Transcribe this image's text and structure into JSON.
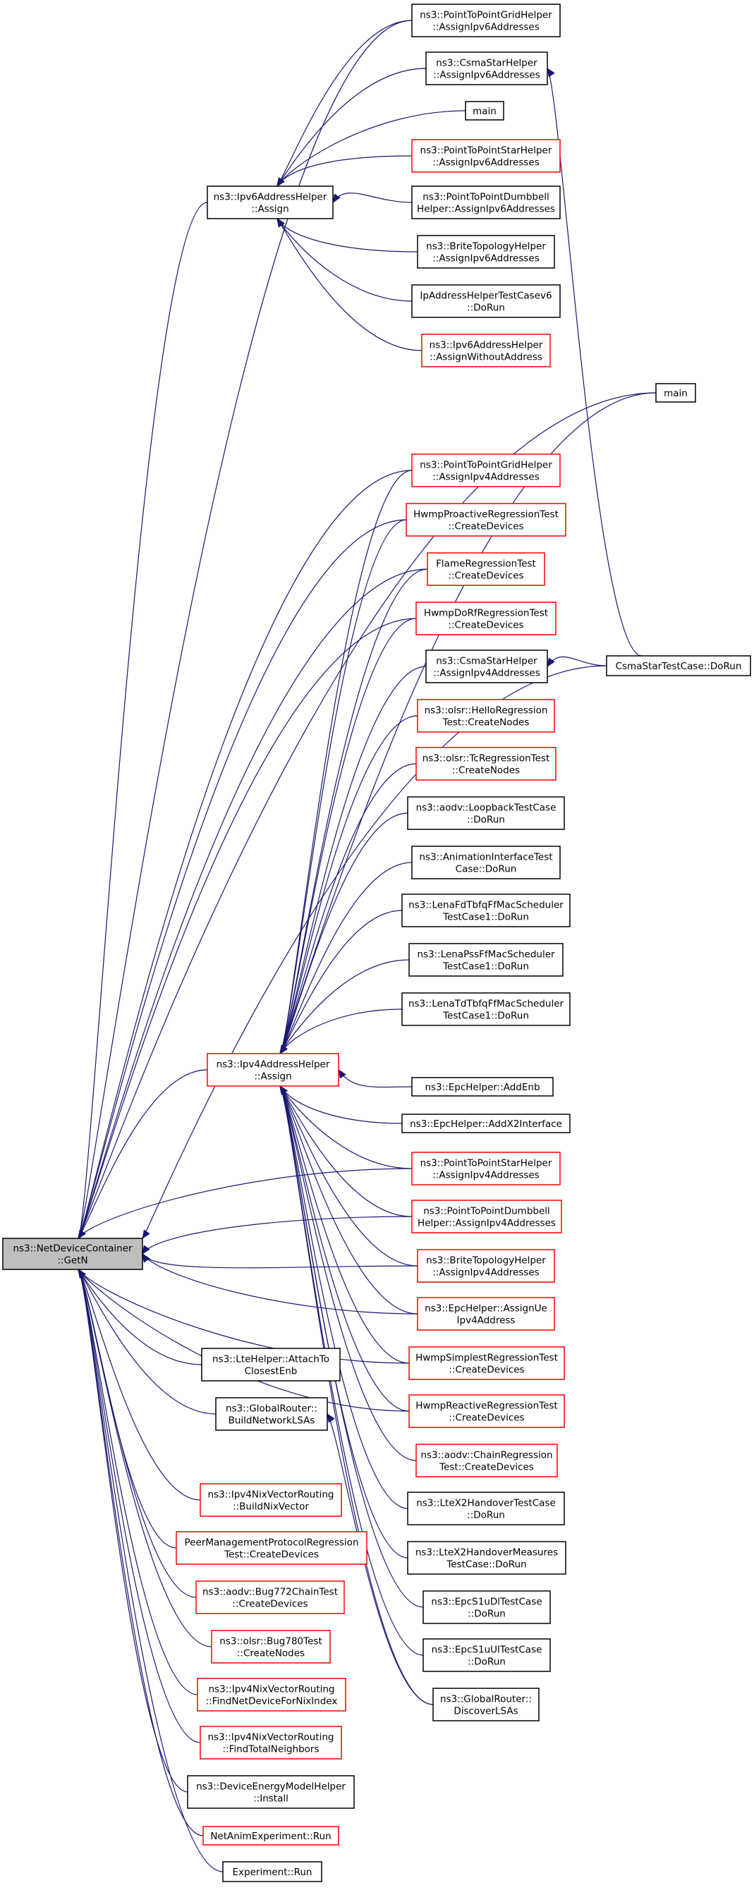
{
  "colors": {
    "edge": "#191970",
    "border_black": "#000000",
    "border_red": "#ff0000",
    "root_fill": "#bfbfbf",
    "node_fill": "#ffffff"
  },
  "nodes": {
    "root": {
      "lines": [
        "ns3::NetDeviceContainer",
        "::GetN"
      ],
      "style": "root"
    },
    "v6a": {
      "lines": [
        "ns3::Ipv6AddressHelper",
        "::Assign"
      ],
      "style": "black"
    },
    "v4a": {
      "lines": [
        "ns3::Ipv4AddressHelper",
        "::Assign"
      ],
      "style": "red"
    },
    "p2pgrid6": {
      "lines": [
        "ns3::PointToPointGridHelper",
        "::AssignIpv6Addresses"
      ],
      "style": "black"
    },
    "csma6": {
      "lines": [
        "ns3::CsmaStarHelper",
        "::AssignIpv6Addresses"
      ],
      "style": "black"
    },
    "main1": {
      "lines": [
        "main"
      ],
      "style": "black"
    },
    "p2pstar6": {
      "lines": [
        "ns3::PointToPointStarHelper",
        "::AssignIpv6Addresses"
      ],
      "style": "red"
    },
    "p2pdb6": {
      "lines": [
        "ns3::PointToPointDumbbell",
        "Helper::AssignIpv6Addresses"
      ],
      "style": "black"
    },
    "brite6": {
      "lines": [
        "ns3::BriteTopologyHelper",
        "::AssignIpv6Addresses"
      ],
      "style": "black"
    },
    "ipv6test": {
      "lines": [
        "IpAddressHelperTestCasev6",
        "::DoRun"
      ],
      "style": "black"
    },
    "v6noaddr": {
      "lines": [
        "ns3::Ipv6AddressHelper",
        "::AssignWithoutAddress"
      ],
      "style": "red"
    },
    "main2": {
      "lines": [
        "main"
      ],
      "style": "black"
    },
    "p2pgrid4": {
      "lines": [
        "ns3::PointToPointGridHelper",
        "::AssignIpv4Addresses"
      ],
      "style": "red"
    },
    "hwmpproact": {
      "lines": [
        "HwmpProactiveRegressionTest",
        "::CreateDevices"
      ],
      "style": "red"
    },
    "flame": {
      "lines": [
        "FlameRegressionTest",
        "::CreateDevices"
      ],
      "style": "red"
    },
    "hwmpdorf": {
      "lines": [
        "HwmpDoRfRegressionTest",
        "::CreateDevices"
      ],
      "style": "red"
    },
    "csma4": {
      "lines": [
        "ns3::CsmaStarHelper",
        "::AssignIpv4Addresses"
      ],
      "style": "black"
    },
    "csmatest": {
      "lines": [
        "CsmaStarTestCase::DoRun"
      ],
      "style": "black"
    },
    "olsrhello": {
      "lines": [
        "ns3::olsr::HelloRegression",
        "Test::CreateNodes"
      ],
      "style": "red"
    },
    "olsrtc": {
      "lines": [
        "ns3::olsr::TcRegressionTest",
        "::CreateNodes"
      ],
      "style": "red"
    },
    "aodvloop": {
      "lines": [
        "ns3::aodv::LoopbackTestCase",
        "::DoRun"
      ],
      "style": "black"
    },
    "animif": {
      "lines": [
        "ns3::AnimationInterfaceTest",
        "Case::DoRun"
      ],
      "style": "black"
    },
    "lenafd": {
      "lines": [
        "ns3::LenaFdTbfqFfMacScheduler",
        "TestCase1::DoRun"
      ],
      "style": "black"
    },
    "lenapss": {
      "lines": [
        "ns3::LenaPssFfMacScheduler",
        "TestCase1::DoRun"
      ],
      "style": "black"
    },
    "lenatd": {
      "lines": [
        "ns3::LenaTdTbfqFfMacScheduler",
        "TestCase1::DoRun"
      ],
      "style": "black"
    },
    "epcenb": {
      "lines": [
        "ns3::EpcHelper::AddEnb"
      ],
      "style": "black"
    },
    "epcx2": {
      "lines": [
        "ns3::EpcHelper::AddX2Interface"
      ],
      "style": "black"
    },
    "p2pstar4": {
      "lines": [
        "ns3::PointToPointStarHelper",
        "::AssignIpv4Addresses"
      ],
      "style": "red"
    },
    "p2pdb4": {
      "lines": [
        "ns3::PointToPointDumbbell",
        "Helper::AssignIpv4Addresses"
      ],
      "style": "red"
    },
    "brite4": {
      "lines": [
        "ns3::BriteTopologyHelper",
        "::AssignIpv4Addresses"
      ],
      "style": "red"
    },
    "epcue": {
      "lines": [
        "ns3::EpcHelper::AssignUe",
        "Ipv4Address"
      ],
      "style": "red"
    },
    "hwmpsimple": {
      "lines": [
        "HwmpSimplestRegressionTest",
        "::CreateDevices"
      ],
      "style": "red"
    },
    "hwmpreact": {
      "lines": [
        "HwmpReactiveRegressionTest",
        "::CreateDevices"
      ],
      "style": "red"
    },
    "aodvchain": {
      "lines": [
        "ns3::aodv::ChainRegression",
        "Test::CreateDevices"
      ],
      "style": "red"
    },
    "ltex2": {
      "lines": [
        "ns3::LteX2HandoverTestCase",
        "::DoRun"
      ],
      "style": "black"
    },
    "ltex2m": {
      "lines": [
        "ns3::LteX2HandoverMeasures",
        "TestCase::DoRun"
      ],
      "style": "black"
    },
    "epcdl": {
      "lines": [
        "ns3::EpcS1uDlTestCase",
        "::DoRun"
      ],
      "style": "black"
    },
    "epcul": {
      "lines": [
        "ns3::EpcS1uUlTestCase",
        "::DoRun"
      ],
      "style": "black"
    },
    "grdisc": {
      "lines": [
        "ns3::GlobalRouter::",
        "DiscoverLSAs"
      ],
      "style": "black"
    },
    "lteattach": {
      "lines": [
        "ns3::LteHelper::AttachTo",
        "ClosestEnb"
      ],
      "style": "black"
    },
    "grbuild": {
      "lines": [
        "ns3::GlobalRouter::",
        "BuildNetworkLSAs"
      ],
      "style": "black"
    },
    "nixbuild": {
      "lines": [
        "ns3::Ipv4NixVectorRouting",
        "::BuildNixVector"
      ],
      "style": "red"
    },
    "peermgmt": {
      "lines": [
        "PeerManagementProtocolRegression",
        "Test::CreateDevices"
      ],
      "style": "red"
    },
    "aodv772": {
      "lines": [
        "ns3::aodv::Bug772ChainTest",
        "::CreateDevices"
      ],
      "style": "red"
    },
    "olsr780": {
      "lines": [
        "ns3::olsr::Bug780Test",
        "::CreateNodes"
      ],
      "style": "red"
    },
    "nixfind": {
      "lines": [
        "ns3::Ipv4NixVectorRouting",
        "::FindNetDeviceForNixIndex"
      ],
      "style": "red"
    },
    "nixneigh": {
      "lines": [
        "ns3::Ipv4NixVectorRouting",
        "::FindTotalNeighbors"
      ],
      "style": "red"
    },
    "energy": {
      "lines": [
        "ns3::DeviceEnergyModelHelper",
        "::Install"
      ],
      "style": "black"
    },
    "netanim": {
      "lines": [
        "NetAnimExperiment::Run"
      ],
      "style": "red"
    },
    "exprun": {
      "lines": [
        "Experiment::Run"
      ],
      "style": "black"
    }
  },
  "edges": [
    [
      "root",
      "p2pgrid6"
    ],
    [
      "root",
      "v6a"
    ],
    [
      "root",
      "main2"
    ],
    [
      "root",
      "csmatest"
    ],
    [
      "root",
      "p2pgrid4"
    ],
    [
      "root",
      "hwmpproact"
    ],
    [
      "root",
      "flame"
    ],
    [
      "root",
      "hwmpdorf"
    ],
    [
      "root",
      "v4a"
    ],
    [
      "root",
      "p2pstar4"
    ],
    [
      "root",
      "p2pdb4"
    ],
    [
      "root",
      "brite4"
    ],
    [
      "root",
      "epcue"
    ],
    [
      "root",
      "hwmpsimple"
    ],
    [
      "root",
      "hwmpreact"
    ],
    [
      "root",
      "lteattach"
    ],
    [
      "root",
      "grbuild"
    ],
    [
      "root",
      "nixbuild"
    ],
    [
      "root",
      "peermgmt"
    ],
    [
      "root",
      "aodv772"
    ],
    [
      "root",
      "olsr780"
    ],
    [
      "root",
      "nixfind"
    ],
    [
      "root",
      "nixneigh"
    ],
    [
      "root",
      "energy"
    ],
    [
      "root",
      "netanim"
    ],
    [
      "root",
      "exprun"
    ],
    [
      "v6a",
      "p2pgrid6"
    ],
    [
      "v6a",
      "csma6"
    ],
    [
      "v6a",
      "main1"
    ],
    [
      "v6a",
      "p2pstar6"
    ],
    [
      "v6a",
      "p2pdb6"
    ],
    [
      "v6a",
      "brite6"
    ],
    [
      "v6a",
      "ipv6test"
    ],
    [
      "v6a",
      "v6noaddr"
    ],
    [
      "csma6",
      "csmatest"
    ],
    [
      "csma4",
      "csmatest"
    ],
    [
      "v4a",
      "p2pgrid4"
    ],
    [
      "v4a",
      "hwmpproact"
    ],
    [
      "v4a",
      "flame"
    ],
    [
      "v4a",
      "hwmpdorf"
    ],
    [
      "v4a",
      "csma4"
    ],
    [
      "v4a",
      "olsrhello"
    ],
    [
      "v4a",
      "olsrtc"
    ],
    [
      "v4a",
      "aodvloop"
    ],
    [
      "v4a",
      "animif"
    ],
    [
      "v4a",
      "lenafd"
    ],
    [
      "v4a",
      "lenapss"
    ],
    [
      "v4a",
      "lenatd"
    ],
    [
      "v4a",
      "main2"
    ],
    [
      "v4a",
      "epcenb"
    ],
    [
      "v4a",
      "epcx2"
    ],
    [
      "v4a",
      "p2pstar4"
    ],
    [
      "v4a",
      "p2pdb4"
    ],
    [
      "v4a",
      "brite4"
    ],
    [
      "v4a",
      "epcue"
    ],
    [
      "v4a",
      "hwmpsimple"
    ],
    [
      "v4a",
      "hwmpreact"
    ],
    [
      "v4a",
      "aodvchain"
    ],
    [
      "v4a",
      "ltex2"
    ],
    [
      "v4a",
      "ltex2m"
    ],
    [
      "v4a",
      "epcdl"
    ],
    [
      "v4a",
      "epcul"
    ],
    [
      "v4a",
      "grdisc"
    ],
    [
      "grbuild",
      "grdisc"
    ]
  ]
}
